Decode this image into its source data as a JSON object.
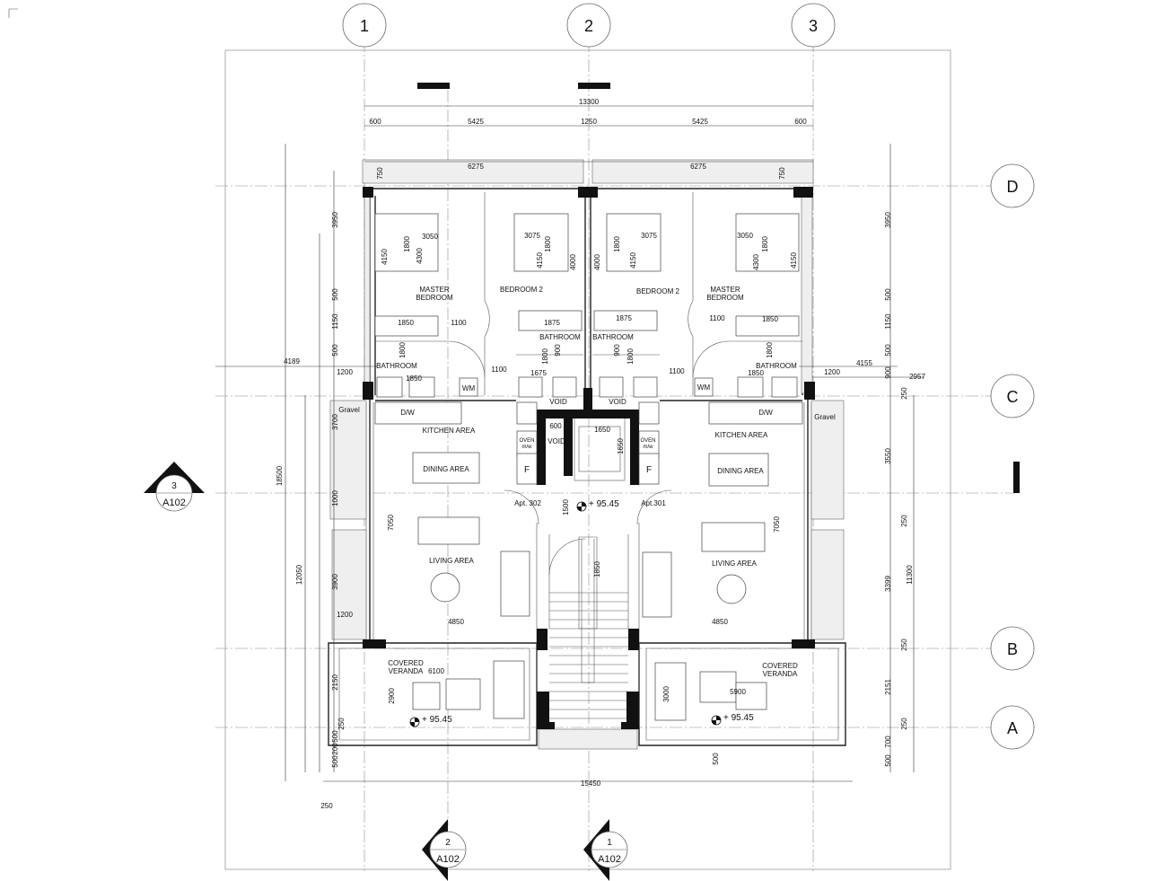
{
  "grid_columns": [
    "1",
    "2",
    "3"
  ],
  "grid_rows": [
    "D",
    "C",
    "B",
    "A"
  ],
  "section_markers": [
    {
      "number": "3",
      "sheet": "A102"
    },
    {
      "number": "2",
      "sheet": "A102"
    },
    {
      "number": "1",
      "sheet": "A102"
    }
  ],
  "rooms": {
    "master_left": "MASTER\nBEDROOM",
    "bedroom2_left": "BEDROOM 2",
    "bedroom2_right": "BEDROOM 2",
    "master_right": "MASTER\nBEDROOM",
    "bathroom_left": "BATHROOM",
    "bathroom_mid_left": "BATHROOM",
    "bathroom_mid_right": "BATHROOM",
    "bathroom_right": "BATHROOM",
    "kitchen_left": "KITCHEN AREA",
    "kitchen_right": "KITCHEN AREA",
    "dining_left": "DINING AREA",
    "dining_right": "DINING AREA",
    "living_left": "LIVING AREA",
    "living_right": "LIVING AREA",
    "veranda_left": "COVERED\nVERANDA",
    "veranda_right": "COVERED\nVERANDA",
    "gravel_left": "Gravel",
    "gravel_right": "Gravel",
    "apt_left": "Apt. 302",
    "apt_right": "Apt.301",
    "void_1": "VOID",
    "void_2": "VOID",
    "void_3": "VOID",
    "wm_left": "WM",
    "wm_right": "WM",
    "dw_left": "D/W",
    "dw_right": "D/W",
    "oven_left": "OVEN\nm/w",
    "oven_right": "OVEN\nm/w",
    "fridge_left": "F",
    "fridge_right": "F"
  },
  "levels": {
    "landing": "+ 95.45",
    "veranda_left": "+ 95.45",
    "veranda_right": "+ 95.45"
  },
  "dimensions": {
    "overall_top": "13300",
    "top_600_l": "600",
    "top_5425_l": "5425",
    "top_1250": "1250",
    "top_5425_r": "5425",
    "top_600_r": "600",
    "planter_l": "6275",
    "planter_r": "6275",
    "bottom_overall": "15450",
    "bottom_250": "250",
    "left_4189": "4189",
    "left_18500": "18500",
    "left_12050": "12050",
    "left_3950": "3950",
    "left_500a": "500",
    "left_1150": "1150",
    "left_500b": "500",
    "left_1200a": "1200",
    "left_3700": "3700",
    "left_1000": "1000",
    "left_7050": "7050",
    "left_3900": "3900",
    "left_1200b": "1200",
    "left_2150": "2150",
    "left_250": "250",
    "left_500c": "500",
    "left_200": "200",
    "left_500d": "500",
    "right_3950": "3950",
    "right_500a": "500",
    "right_1150": "1150",
    "right_500b": "500",
    "right_4155": "4155",
    "right_1200": "1200",
    "right_900": "900",
    "right_250a": "250",
    "right_2957": "2957",
    "right_3550": "3550",
    "right_250b": "250",
    "right_11300": "11300",
    "right_3399": "3399",
    "right_7050": "7050",
    "right_250c": "250",
    "right_2151": "2151",
    "right_250d": "250",
    "right_700": "700",
    "right_500": "500",
    "bed_3050_l": "3050",
    "bed_1800_l": "1800",
    "bed_4300_l": "4300",
    "bed_4150_l": "4150",
    "bed_3075_l": "3075",
    "bed_1800_ml": "1800",
    "bed_4150_ml": "4150",
    "bed_4000_ml": "4000",
    "bed_4000_mr": "4000",
    "bed_1800_mr": "1800",
    "bed_4150_mr": "4150",
    "bed_3075_r": "3075",
    "bed_3050_r": "3050",
    "bed_1800_r": "1800",
    "bed_4300_r": "4300",
    "bed_4150_r": "4150",
    "ward_1850_l": "1850",
    "ward_1100_l": "1100",
    "ward_1875_l": "1875",
    "ward_1875_r": "1875",
    "ward_1100_r": "1100",
    "ward_1850_r": "1850",
    "bath_1800_l": "1800",
    "bath_1850_l": "1850",
    "bath_1100_l": "1100",
    "bath_1800_ml": "1800",
    "bath_900_ml": "900",
    "bath_1675": "1675",
    "bath_900_mr": "900",
    "bath_1800_mr": "1800",
    "bath_1100_r": "1100",
    "bath_1800_r": "1800",
    "bath_1850_r": "1850",
    "stair_600": "600",
    "stair_1650a": "1650",
    "stair_1650b": "1650",
    "stair_1500": "1500",
    "stair_1850": "1850",
    "living_4850_l": "4850",
    "living_4850_r": "4850",
    "ver_6100": "6100",
    "ver_2900": "2900",
    "ver_3000": "3000",
    "ver_5900": "5900",
    "bottom_500": "500"
  }
}
